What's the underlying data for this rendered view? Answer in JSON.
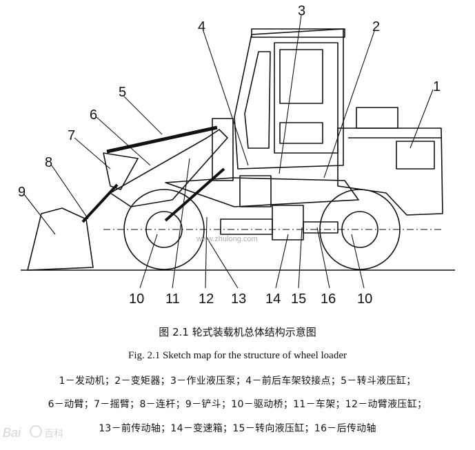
{
  "figure": {
    "callouts": [
      {
        "id": "n1",
        "text": "1"
      },
      {
        "id": "n2",
        "text": "2"
      },
      {
        "id": "n3",
        "text": "3"
      },
      {
        "id": "n4",
        "text": "4"
      },
      {
        "id": "n5",
        "text": "5"
      },
      {
        "id": "n6",
        "text": "6"
      },
      {
        "id": "n7",
        "text": "7"
      },
      {
        "id": "n8",
        "text": "8"
      },
      {
        "id": "n9",
        "text": "9"
      },
      {
        "id": "n10a",
        "text": "10"
      },
      {
        "id": "n11",
        "text": "11"
      },
      {
        "id": "n12",
        "text": "12"
      },
      {
        "id": "n13",
        "text": "13"
      },
      {
        "id": "n14",
        "text": "14"
      },
      {
        "id": "n15",
        "text": "15"
      },
      {
        "id": "n16",
        "text": "16"
      },
      {
        "id": "n10b",
        "text": "10"
      }
    ],
    "watermark_site": "www.zhulong.com"
  },
  "caption": {
    "chinese": "图 2.1  轮式装载机总体结构示意图",
    "english": "Fig. 2.1 Sketch map for the structure of wheel loader"
  },
  "legend": {
    "line1": "1－发动机；2－变矩器；3－作业液压泵；4－前后车架铰接点；5－转斗液压缸；",
    "line2": "6－动臂；7－摇臂；8－连杆；9－铲斗；10－驱动桥；11－车架；12－动臂液压缸；",
    "line3": "13－前传动轴；14－变速箱；15－转向液压缸；16－后传动轴"
  },
  "watermark": {
    "brand": "Bai",
    "suffix": "百科"
  }
}
